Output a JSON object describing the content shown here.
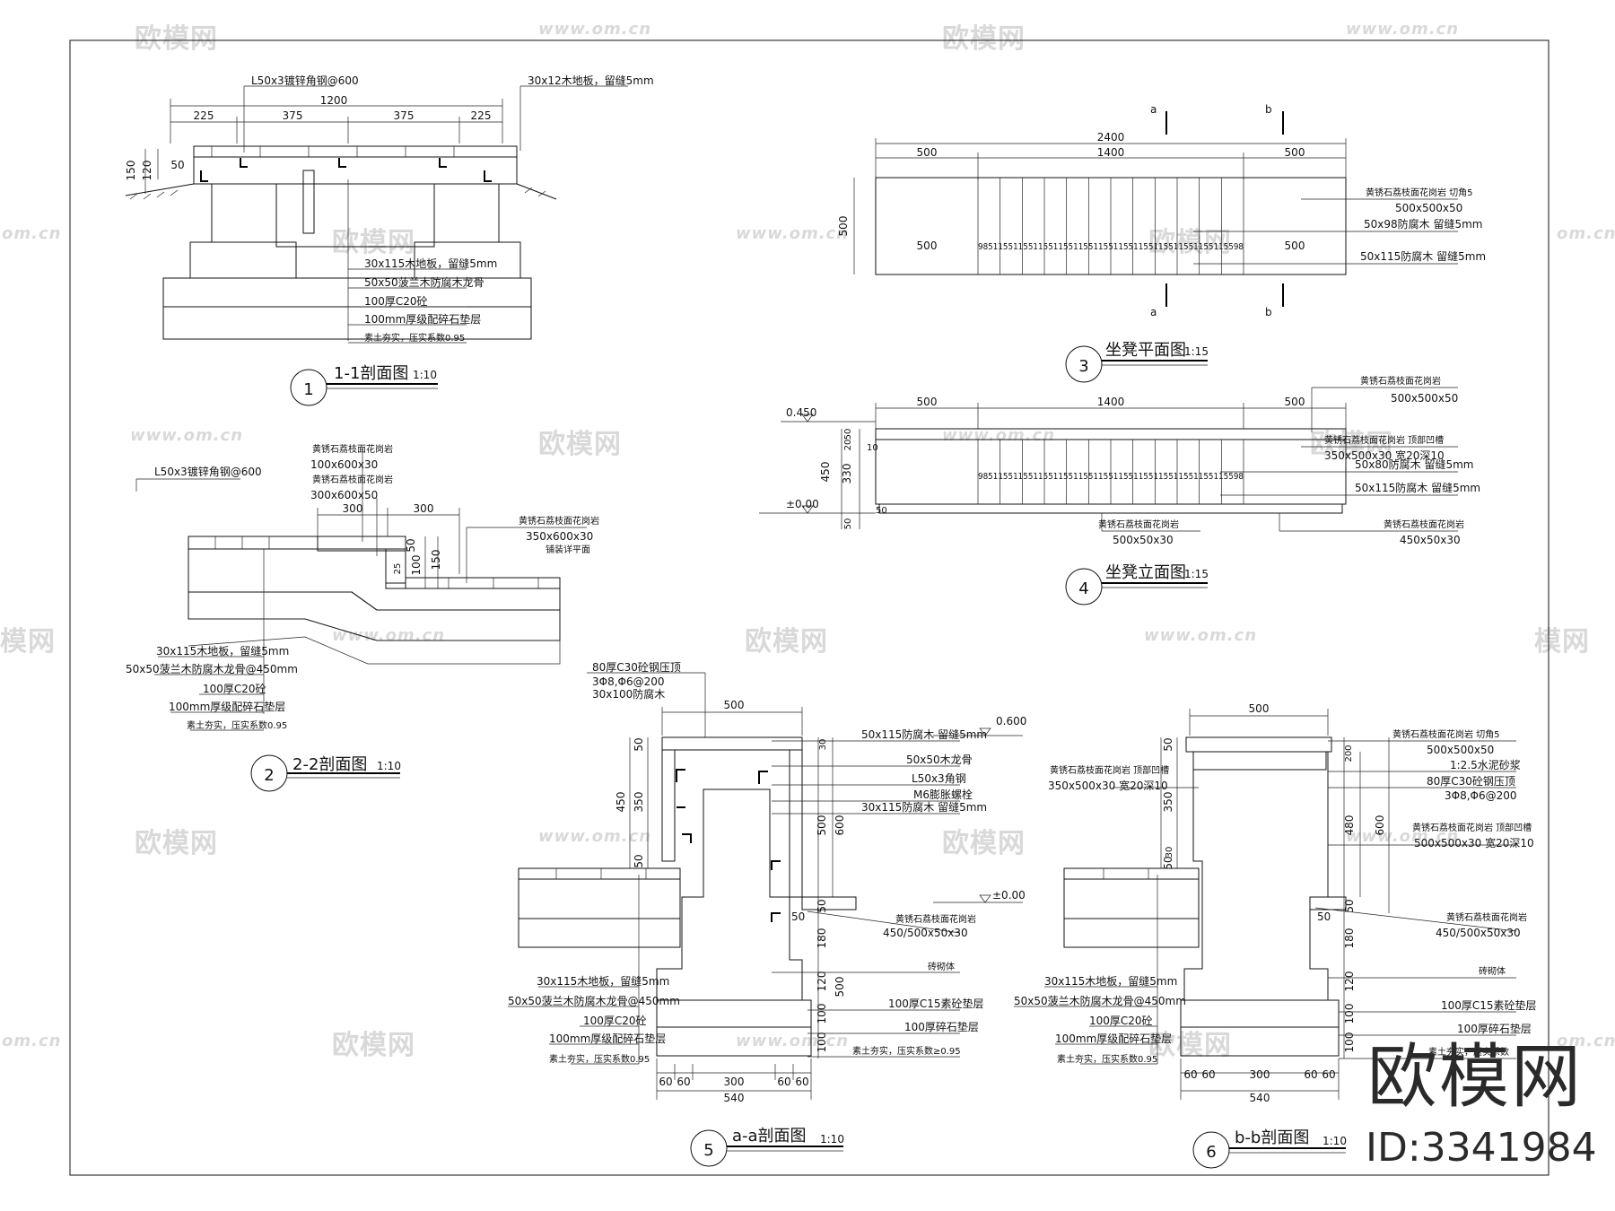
{
  "watermark": {
    "site_text": "www.om.cn",
    "brand_text": "欧模网",
    "edge_text": "om.cn",
    "edge_brand_text": "模网"
  },
  "brand": {
    "name": "欧模网",
    "id_label": "ID:3341984"
  },
  "views": {
    "v1": {
      "number": "1",
      "title": "1-1剖面图",
      "scale": "1:10",
      "dims": [
        "1200",
        "225",
        "375",
        "375",
        "225",
        "150",
        "120",
        "50"
      ],
      "top_labels": [
        "L50x3镀锌角钢@600",
        "30x12木地板，留缝5mm"
      ],
      "layer_labels": [
        "30x115木地板，留缝5mm",
        "50x50菠兰木防腐木龙骨",
        "100厚C20砼",
        "100mm厚级配碎石垫层",
        "素土夯实，压实系数0.95"
      ]
    },
    "v2": {
      "number": "2",
      "title": "2-2剖面图",
      "scale": "1:10",
      "dims": [
        "300",
        "300",
        "50",
        "100",
        "150",
        "25"
      ],
      "labels": [
        "L50x3镀锌角钢@600",
        "黄锈石荔枝面花岗岩",
        "100x600x30",
        "黄锈石荔枝面花岗岩",
        "300x600x50",
        "黄锈石荔枝面花岗岩",
        "350x600x30",
        "铺装详平面"
      ],
      "layer_labels": [
        "30x115木地板，留缝5mm",
        "50x50菠兰木防腐木龙骨@450mm",
        "100厚C20砼",
        "100mm厚级配碎石垫层",
        "素土夯实，压实系数0.95"
      ]
    },
    "v3": {
      "number": "3",
      "title": "坐凳平面图",
      "scale": "1:15",
      "dims": [
        "2400",
        "500",
        "1400",
        "500",
        "500",
        "500",
        "500"
      ],
      "slat_dims": "98511551155115511551155115511551155115511551155115598",
      "section_marks": [
        "a",
        "b",
        "a",
        "b"
      ],
      "labels": [
        "黄锈石荔枝面花岗岩  切角5",
        "500x500x50",
        "50x98防腐木  留缝5mm",
        "50x115防腐木  留缝5mm"
      ]
    },
    "v4": {
      "number": "4",
      "title": "坐凳立面图",
      "scale": "1:15",
      "levels": [
        "0.450",
        "±0.00"
      ],
      "dims": [
        "500",
        "1400",
        "500",
        "450",
        "50",
        "20",
        "330",
        "10",
        "50",
        "50"
      ],
      "slat_dims": "98511551155115511551155115511551155115511551155115598",
      "labels": [
        "黄锈石荔枝面花岗岩",
        "500x500x50",
        "黄锈石荔枝面花岗岩  顶部凹槽",
        "350x500x30  宽20深10",
        "50x80防腐木  留缝5mm",
        "50x115防腐木  留缝5mm",
        "黄锈石荔枝面花岗岩",
        "500x50x30",
        "黄锈石荔枝面花岗岩",
        "450x50x30"
      ]
    },
    "v5": {
      "number": "5",
      "title": "a-a剖面图",
      "scale": "1:10",
      "levels": [
        "0.600",
        "±0.00"
      ],
      "dims": [
        "500",
        "50",
        "350",
        "450",
        "50",
        "30",
        "500",
        "600",
        "50",
        "180",
        "120",
        "500",
        "100",
        "100",
        "60",
        "60",
        "300",
        "60",
        "60",
        "540"
      ],
      "top_labels": [
        "80厚C30砼钢压顶",
        "3Φ8,Φ6@200",
        "30x100防腐木"
      ],
      "right_labels": [
        "50x115防腐木  留缝5mm",
        "50x50木龙骨",
        "L50x3角钢",
        "M6膨胀螺栓",
        "30x115防腐木  留缝5mm",
        "黄锈石荔枝面花岗岩",
        "450/500x50x30",
        "砖砌体",
        "100厚C15素砼垫层",
        "100厚碎石垫层",
        "素土夯实，压实系数≥0.95"
      ],
      "left_labels": [
        "30x115木地板，留缝5mm",
        "50x50菠兰木防腐木龙骨@450mm",
        "100厚C20砼",
        "100mm厚级配碎石垫层",
        "素土夯实，压实系数0.95"
      ]
    },
    "v6": {
      "number": "6",
      "title": "b-b剖面图",
      "scale": "1:10",
      "dims": [
        "500",
        "50",
        "350",
        "30",
        "50",
        "200",
        "480",
        "600",
        "50",
        "180",
        "120",
        "100",
        "100",
        "60",
        "60",
        "300",
        "60",
        "60",
        "540"
      ],
      "right_labels": [
        "黄锈石荔枝面花岗岩  切角5",
        "500x500x50",
        "1:2.5水泥砂浆",
        "80厚C30砼钢压顶",
        "3Φ8,Φ6@200",
        "黄锈石荔枝面花岗岩  顶部凹槽",
        "500x500x30  宽20深10",
        "黄锈石荔枝面花岗岩",
        "450/500x50x30",
        "砖砌体",
        "100厚C15素砼垫层",
        "100厚碎石垫层",
        "素土夯实，压实系数"
      ],
      "left_top_labels": [
        "黄锈石荔枝面花岗岩  顶部凹槽",
        "350x500x30  宽20深10"
      ],
      "left_labels": [
        "30x115木地板，留缝5mm",
        "50x50菠兰木防腐木龙骨@450mm",
        "100厚C20砼",
        "100mm厚级配碎石垫层",
        "素土夯实，压实系数0.95"
      ]
    }
  }
}
